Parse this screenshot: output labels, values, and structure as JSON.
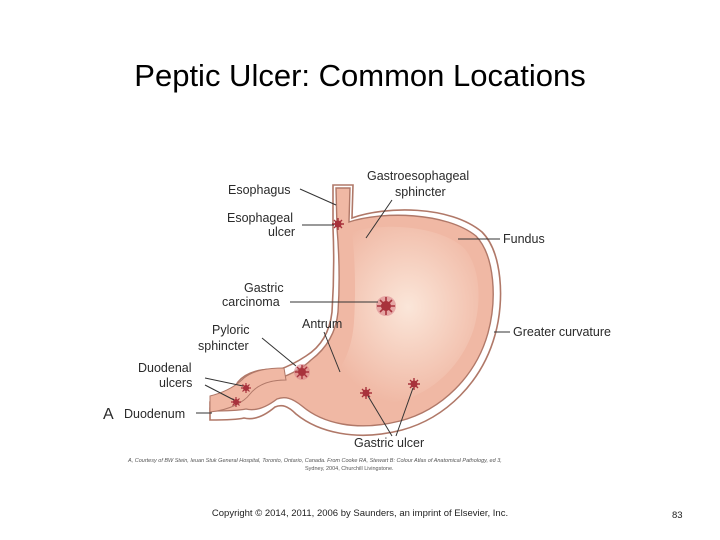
{
  "slide": {
    "title": "Peptic Ulcer: Common Locations",
    "copyright": "Copyright © 2014, 2011, 2006 by Saunders, an imprint of Elsevier, Inc.",
    "page_number": "83"
  },
  "figure": {
    "panel_letter": "A",
    "labels": {
      "esophagus": "Esophagus",
      "esophageal_ulcer_1": "Esophageal",
      "esophageal_ulcer_2": "ulcer",
      "gastroesophageal_1": "Gastroesophageal",
      "gastroesophageal_2": "sphincter",
      "fundus": "Fundus",
      "gastric_carcinoma_1": "Gastric",
      "gastric_carcinoma_2": "carcinoma",
      "antrum": "Antrum",
      "pyloric_1": "Pyloric",
      "pyloric_2": "sphincter",
      "greater_curvature": "Greater curvature",
      "duodenal_ulcers_1": "Duodenal",
      "duodenal_ulcers_2": "ulcers",
      "duodenum": "Duodenum",
      "gastric_ulcer": "Gastric ulcer"
    },
    "credit_line_1": "A, Courtesy of BW Stein, Ieuan Stuk General Hospital, Toronto, Ontario, Canada. From Cooke RA, Stewart B: Colour Atlas of Anatomical Pathology, ed 3,",
    "credit_line_2": "Sydney, 2004, Churchill Livingstone."
  },
  "colors": {
    "stomach_fill": "#f0b8a4",
    "stomach_inner": "#f8dccd",
    "stomach_outline": "#b07868",
    "ulcer": "#a8323c",
    "leader_line": "#333333"
  }
}
